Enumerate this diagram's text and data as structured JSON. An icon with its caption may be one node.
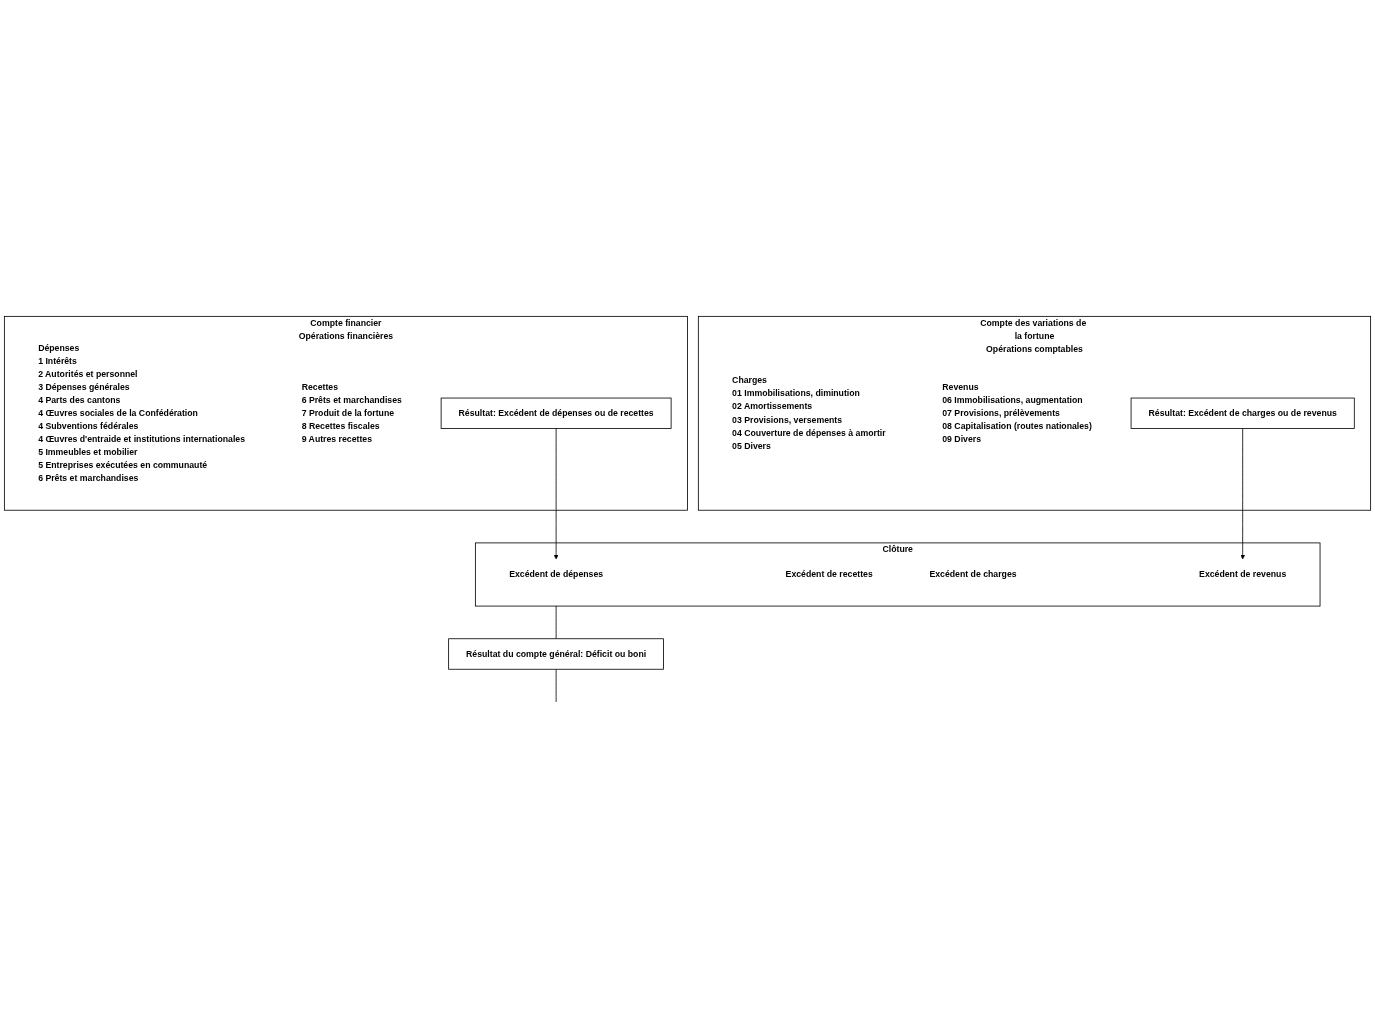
{
  "diagram": {
    "nodes": [
      {
        "text": [
          "Compte financier",
          "Opérations financières"
        ]
      },
      {
        "text": [
          "Dépenses",
          "1 Intérêts",
          "2 Autorités et personnel",
          "3 Dépenses générales",
          "4 Parts des cantons",
          "4 Œuvres sociales de la Confédération",
          "4 Subventions fédérales",
          "4 Œuvres d'entraide et institutions internationales",
          "5 Immeubles et mobilier",
          "5 Entreprises exécutées en communauté",
          "6 Prêts et marchandises"
        ],
        "in": 0
      },
      {
        "text": [
          "Recettes",
          "6 Prêts et marchandises",
          "7 Produit de la fortune",
          "8 Recettes fiscales",
          "9 Autres recettes"
        ],
        "in": 0
      },
      {
        "text": [
          "Résultat: Excédent de dépenses ou de recettes"
        ],
        "in": 0
      },
      {
        "text": [
          "Compte des variations de la fortune",
          "Opérations comptables"
        ]
      },
      {
        "text": [
          "Charges",
          "01 Immobilisations, diminution",
          "02 Amortissements",
          "03 Provisions, versements",
          "04 Couverture de dépenses à amortir",
          "05 Divers"
        ],
        "in": 4
      },
      {
        "text": [
          "Revenus",
          "06 Immobilisations, augmentation",
          "07 Provisions, prélèvements",
          "08 Capitalisation (routes nationales)",
          "09 Divers"
        ],
        "in": 4
      },
      {
        "text": [
          "Résultat: Excédent de charges ou de revenus"
        ],
        "in": 4
      },
      {
        "text": [
          "Clôture"
        ]
      },
      {
        "text": [
          "Excédent de dépenses"
        ],
        "in": 8
      },
      {
        "text": [
          "Excédent de recettes"
        ],
        "in": 8
      },
      {
        "text": [
          "Excédent de charges"
        ],
        "in": 8
      },
      {
        "text": [
          "Excédent de revenus"
        ],
        "in": 8
      },
      {
        "text": [
          "Résultat du compte général: Déficit ou boni"
        ]
      }
    ],
    "edges": [
      {
        "from": 3,
        "to": 9,
        "arrow": "to"
      },
      {
        "from": 7,
        "to": 12,
        "arrow": "to"
      },
      {
        "from": 8,
        "to": 13,
        "arrow": "none"
      },
      {
        "from": 13,
        "to": null,
        "arrow": "none"
      }
    ]
  }
}
